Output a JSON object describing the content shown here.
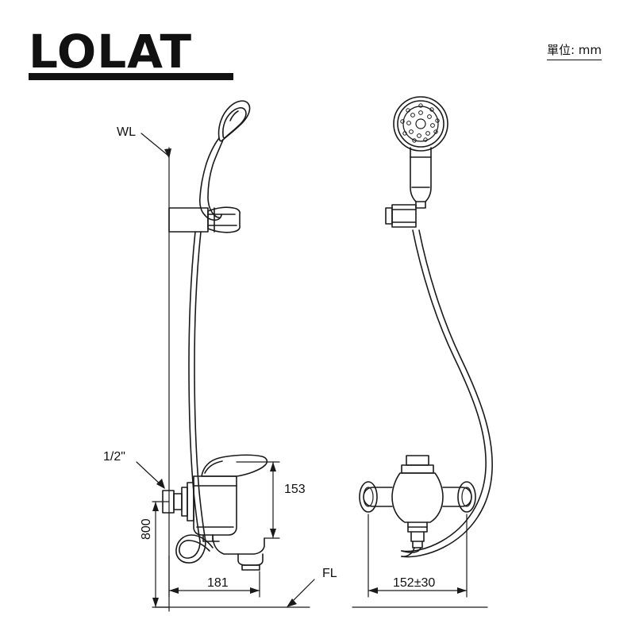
{
  "brand": {
    "logo_text": "LOLAT"
  },
  "header": {
    "unit_note": "單位: mm"
  },
  "diagram": {
    "type": "technical-drawing",
    "subject": "wall-mounted bath shower mixer faucet with hand shower",
    "views": [
      {
        "name": "front-view",
        "labels": [
          "WL",
          "1/2\"",
          "800",
          "181",
          "153",
          "FL"
        ]
      },
      {
        "name": "side-view",
        "labels": [
          "152±30"
        ]
      }
    ],
    "annotations": {
      "water_line": "WL",
      "inlet_size": "1/2\"",
      "height_from_floor": "800",
      "spout_projection": "181",
      "body_height": "153",
      "floor_line": "FL",
      "inlet_spacing": "152±30"
    }
  }
}
